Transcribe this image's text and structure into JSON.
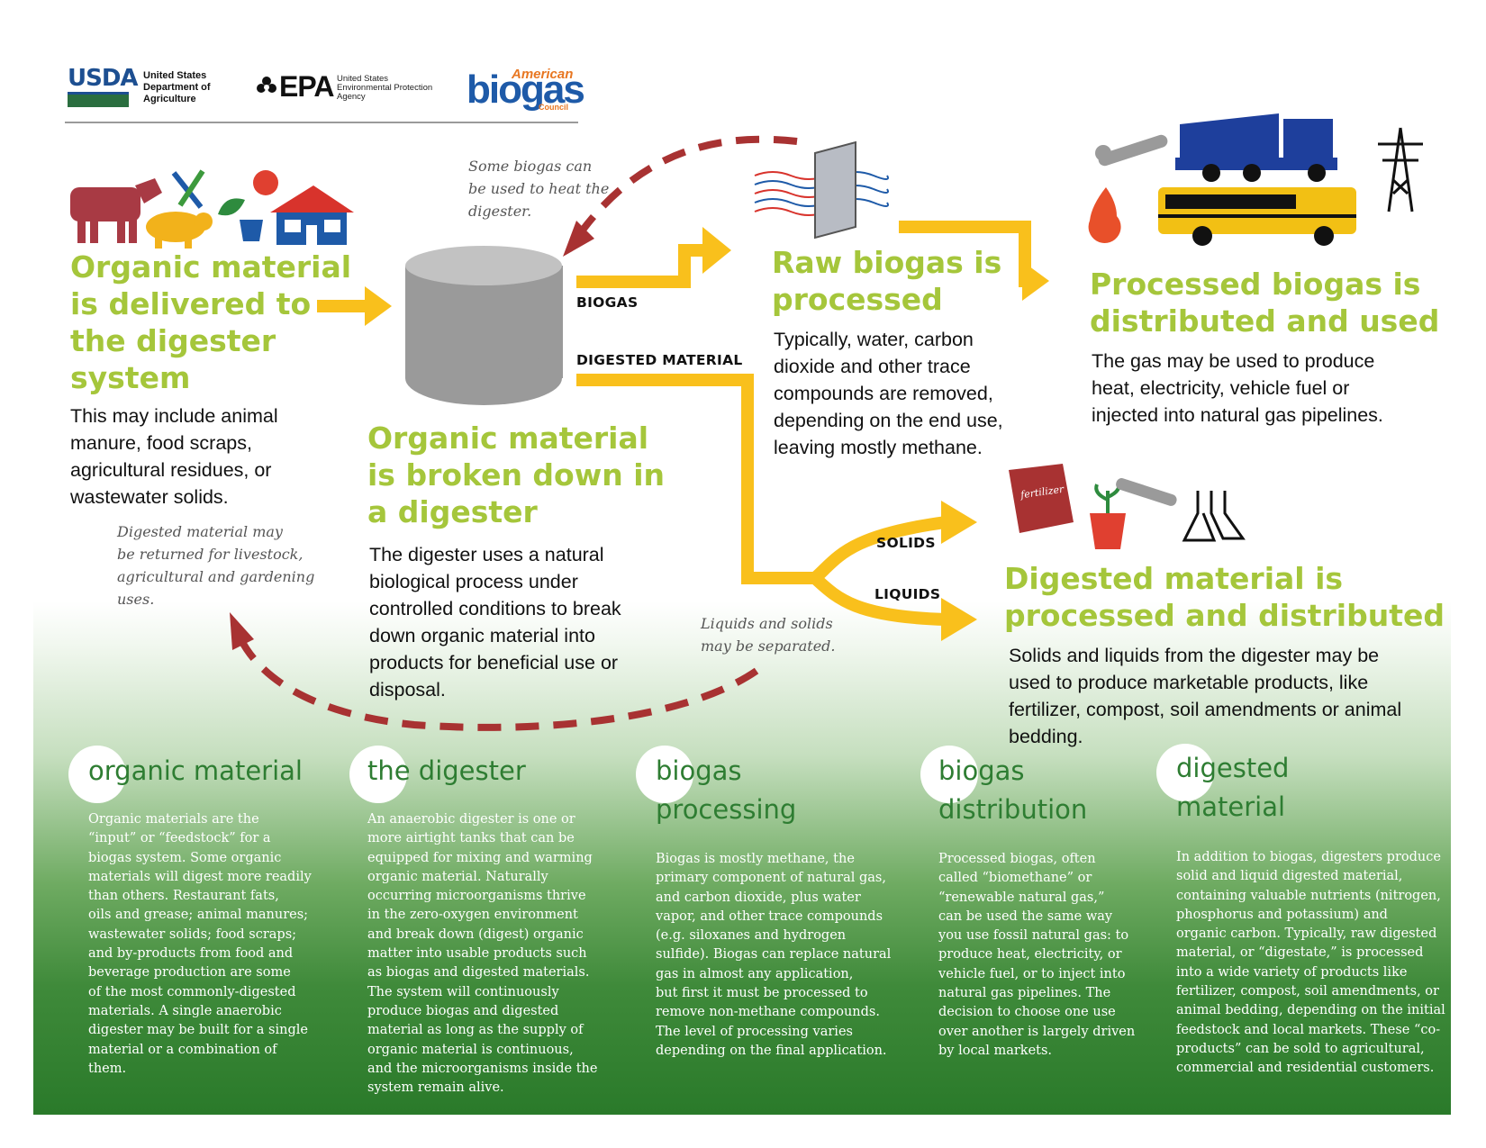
{
  "logos": {
    "usda": {
      "mark": "USDA",
      "text": [
        "United States",
        "Department of",
        "Agriculture"
      ]
    },
    "epa": {
      "mark": "EPA",
      "text": [
        "United States",
        "Environmental Protection",
        "Agency"
      ]
    },
    "american_biogas": {
      "top": "American",
      "main": "biogas",
      "bottom": "Council"
    }
  },
  "steps": {
    "organic": {
      "title": "Organic material is delivered to the digester system",
      "title_lines": [
        "Organic material",
        "is delivered to",
        "the digester",
        "system"
      ],
      "body_lines": [
        "This may include animal",
        "manure, food scraps,",
        "agricultural residues, or",
        "wastewater solids."
      ]
    },
    "digester": {
      "title_lines": [
        "Organic material",
        "is broken down in",
        "a digester"
      ],
      "body_lines": [
        "The digester uses a natural",
        "biological process under",
        "controlled conditions to break",
        "down organic material into",
        "products for beneficial use or",
        "disposal."
      ]
    },
    "raw_biogas": {
      "title_lines": [
        "Raw biogas is",
        "processed"
      ],
      "body_lines": [
        "Typically, water, carbon",
        "dioxide and other trace",
        "compounds are removed,",
        "depending on the end use,",
        "leaving mostly methane."
      ]
    },
    "processed_biogas": {
      "title_lines": [
        "Processed biogas is",
        "distributed and used"
      ],
      "body_lines": [
        "The gas may be used to produce",
        "heat, electricity, vehicle fuel or",
        "injected into natural gas pipelines."
      ]
    },
    "digested_material": {
      "title_lines": [
        "Digested material is",
        "processed and distributed"
      ],
      "body_lines": [
        "Solids and liquids from the digester may be",
        "used to produce marketable products, like",
        "fertilizer, compost, soil amendments or animal",
        "bedding."
      ]
    }
  },
  "notes": {
    "heat": [
      "Some biogas can",
      "be used to heat the",
      "digester."
    ],
    "returned": [
      "Digested material may",
      "be returned for livestock,",
      "agricultural and gardening",
      "uses."
    ],
    "separated": [
      "Liquids and solids",
      "may be separated."
    ]
  },
  "flow_labels": {
    "biogas": "BIOGAS",
    "digested": "DIGESTED MATERIAL",
    "solids": "SOLIDS",
    "liquids": "LIQUIDS"
  },
  "icons": {
    "fertilizer_label": "fertilizer"
  },
  "columns": [
    {
      "title_lines": [
        "organic material"
      ],
      "text_lines": [
        "Organic materials are the",
        "“input” or “feedstock” for a",
        "biogas system. Some organic",
        "materials will digest more readily",
        "than others.  Restaurant fats,",
        "oils and grease; animal manures;",
        "wastewater solids; food scraps;",
        "and by-products from food and",
        "beverage production are some",
        "of the most commonly-digested",
        "materials.  A single anaerobic",
        "digester may be built for a single",
        "material or a combination of",
        "them."
      ]
    },
    {
      "title_lines": [
        "the digester"
      ],
      "text_lines": [
        "An anaerobic digester is one or",
        "more airtight tanks that can be",
        "equipped for mixing and warming",
        "organic material. Naturally",
        "occurring microorganisms thrive",
        "in the zero-oxygen environment",
        "and break down (digest) organic",
        "matter into usable products such",
        "as biogas and digested materials.",
        "The system will continuously",
        "produce biogas and digested",
        "material as long as the supply of",
        "organic material is continuous,",
        "and the microorganisms inside the",
        "system remain alive."
      ]
    },
    {
      "title_lines": [
        "biogas",
        "processing"
      ],
      "text_lines": [
        "Biogas is mostly methane, the",
        "primary component of natural gas,",
        "and carbon dioxide, plus water",
        "vapor, and other trace compounds",
        "(e.g. siloxanes and hydrogen",
        "sulfide). Biogas can replace natural",
        "gas in almost any application,",
        "but first it must be processed to",
        "remove non-methane compounds.",
        "The level of processing varies",
        "depending on the final application."
      ]
    },
    {
      "title_lines": [
        "biogas",
        "distribution"
      ],
      "text_lines": [
        "Processed biogas,  often",
        "called “biomethane” or",
        "“renewable natural gas,”",
        "can be used the same way",
        "you use fossil natural gas: to",
        "produce heat, electricity, or",
        "vehicle fuel, or to inject into",
        "natural gas pipelines. The",
        "decision to choose one use",
        "over another is largely driven",
        "by local markets."
      ]
    },
    {
      "title_lines": [
        "digested",
        "material"
      ],
      "text_lines": [
        "In addition to biogas, digesters produce",
        "solid and liquid digested material,",
        "containing valuable nutrients (nitrogen,",
        "phosphorus and potassium) and",
        "organic carbon. Typically, raw digested",
        "material, or “digestate,” is processed",
        "into a wide variety of products like",
        "fertilizer, compost, soil amendments, or",
        "animal bedding, depending on the initial",
        "feedstock and local markets. These “co-",
        "products” can be sold to agricultural,",
        "commercial and residential customers."
      ]
    }
  ],
  "colors": {
    "heading_green": "#a5c63b",
    "flow_yellow": "#f9c01c",
    "dashed_red": "#a83232",
    "band_green": "#2a7a2a",
    "column_title_green": "#2e7d32"
  }
}
